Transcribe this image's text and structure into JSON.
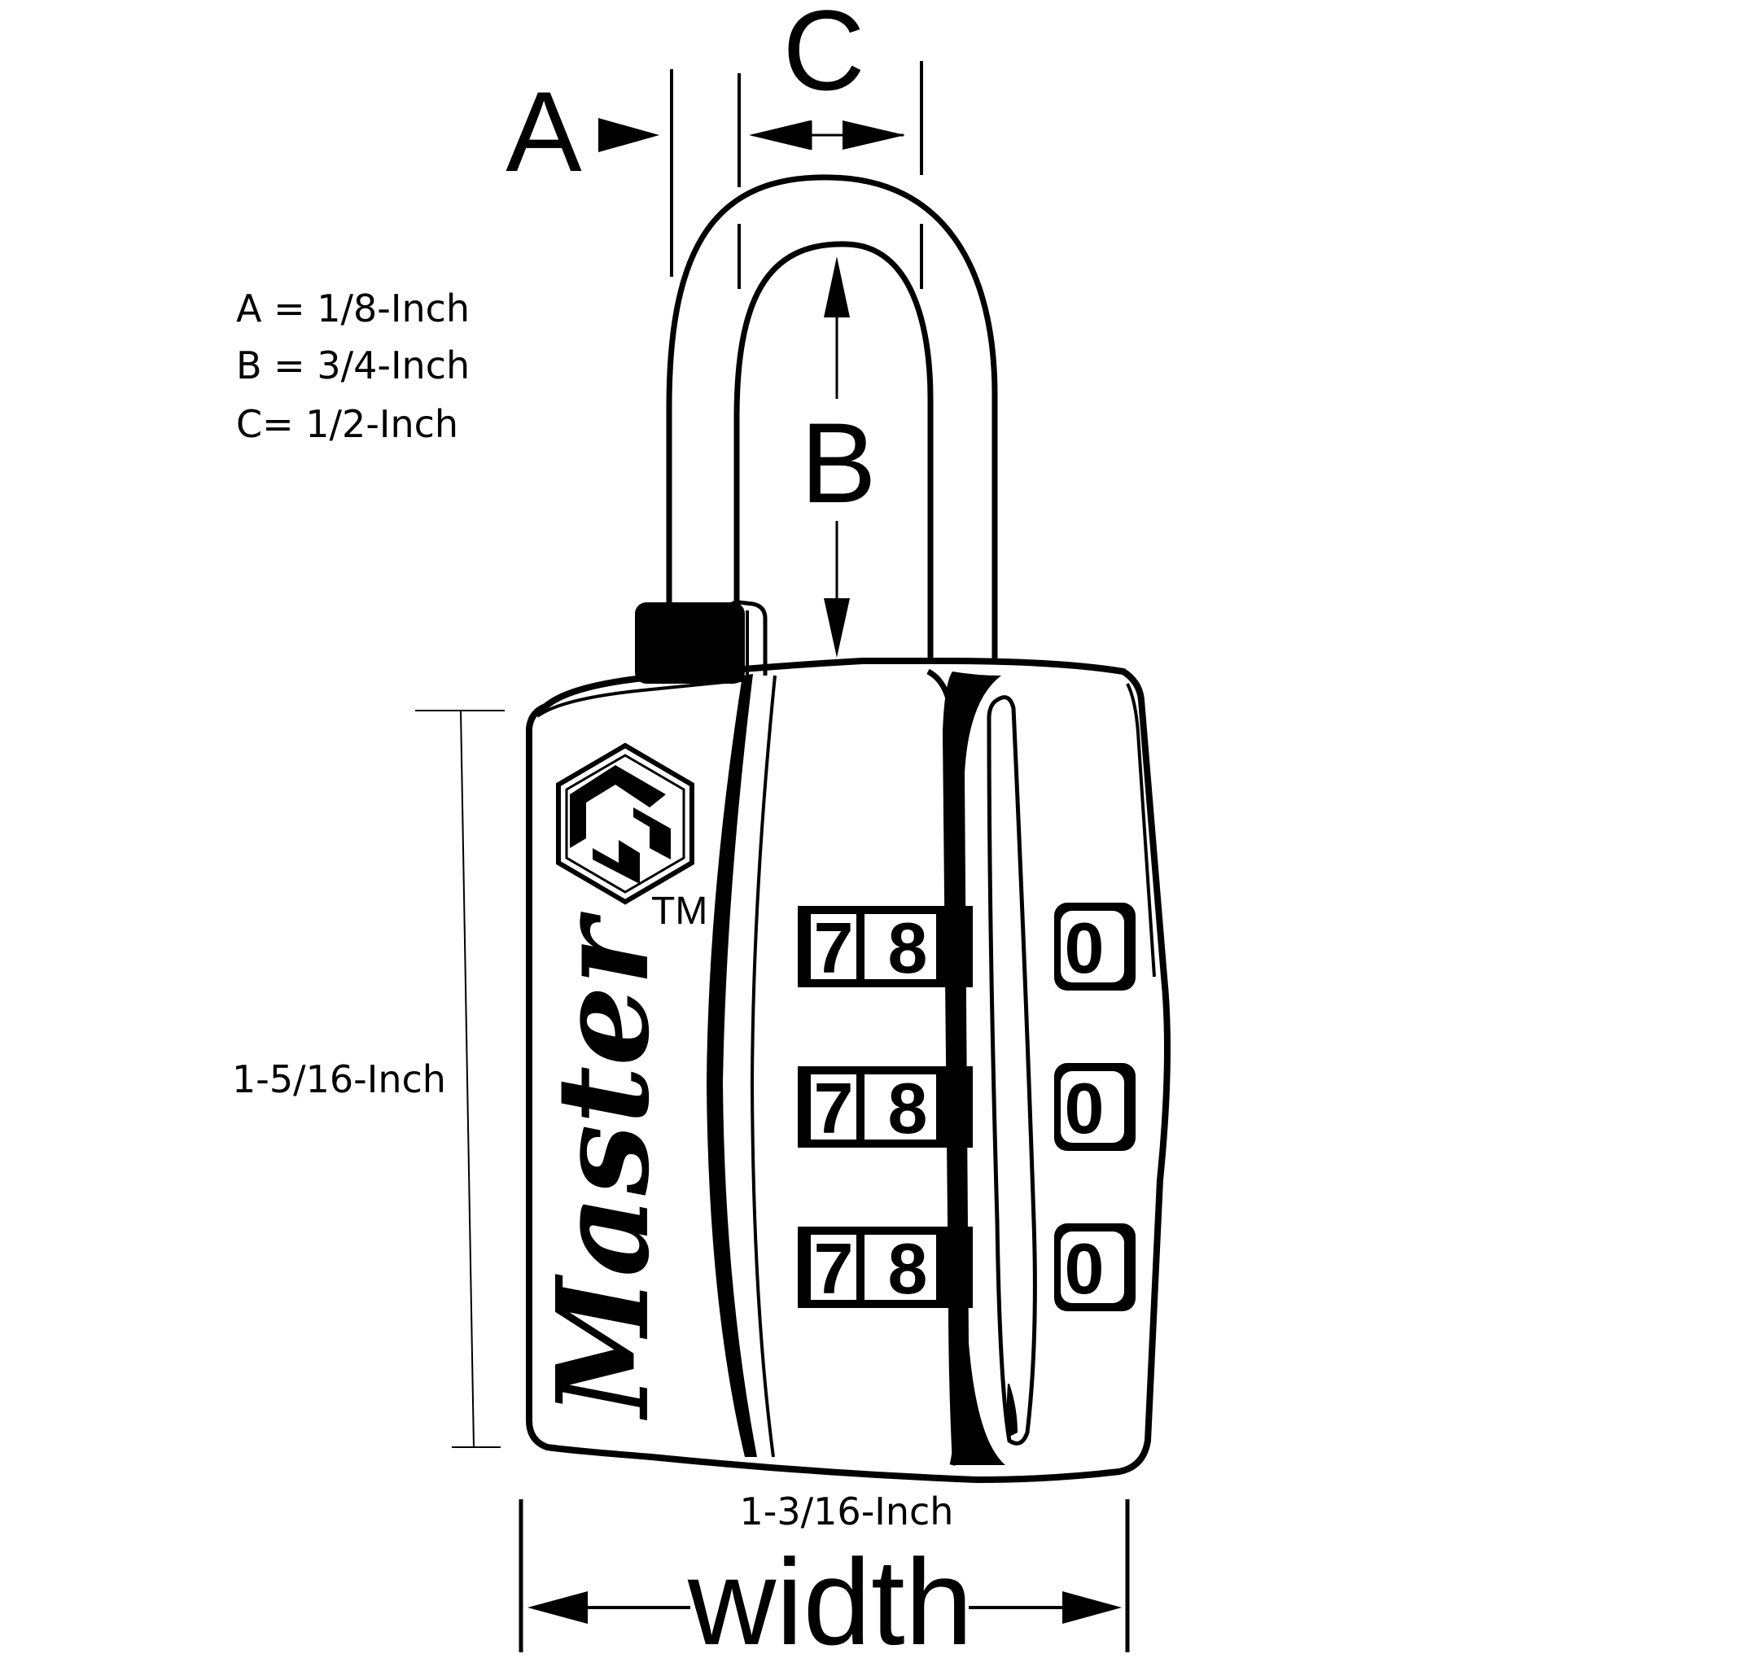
{
  "diagram": {
    "labels": {
      "a": "A",
      "b": "B",
      "c": "C",
      "width": "width"
    },
    "legend": [
      {
        "text": "A = 1/8-Inch"
      },
      {
        "text": "B = 3/4-Inch"
      },
      {
        "text": "C= 1/2-Inch"
      }
    ],
    "height_dimension": "1-5/16-Inch",
    "width_dimension": "1-3/16-Inch",
    "brand": {
      "name": "Master",
      "trademark": "TM"
    },
    "dial_rows": [
      {
        "left_digit_1": "7",
        "left_digit_2": "8",
        "right_digit": "0"
      },
      {
        "left_digit_1": "7",
        "left_digit_2": "8",
        "right_digit": "0"
      },
      {
        "left_digit_1": "7",
        "left_digit_2": "8",
        "right_digit": "0"
      }
    ],
    "colors": {
      "ink": "#000000",
      "paper": "#ffffff"
    }
  }
}
